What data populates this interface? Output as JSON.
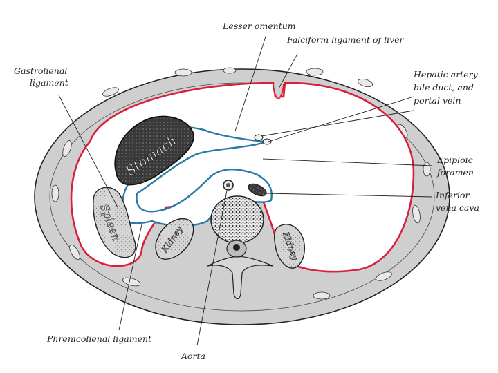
{
  "labels": {
    "lesser_omentum": "Lesser omentum",
    "falciform": "Falciform ligament of liver",
    "gastrolienal_1": "Gastrolienal",
    "gastrolienal_2": "ligament",
    "hepatic_1": "Hepatic artery",
    "hepatic_2": "bile duct, and",
    "hepatic_3": "portal vein",
    "epiploic_1": "Epiploic",
    "epiploic_2": "foramen",
    "ivc_1": "Inferior",
    "ivc_2": "vena cava",
    "phrenicolienal": "Phrenicolienal ligament",
    "aorta": "Aorta"
  },
  "organs": {
    "stomach": "Stomach",
    "spleen": "Spleen",
    "kidney_left": "Kidney",
    "kidney_right": "Kidney"
  },
  "colors": {
    "peritoneum_greater_sac": "#d8203a",
    "peritoneum_lesser_sac": "#2a7aa8",
    "body_wall": "#cfcfcf",
    "cavity": "#ffffff",
    "outline": "#222222"
  }
}
